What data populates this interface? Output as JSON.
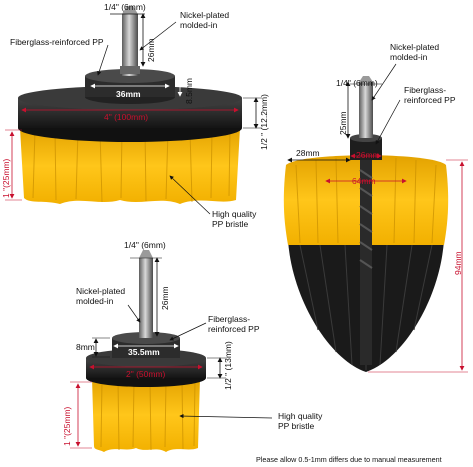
{
  "colors": {
    "dimension_red": "#c8102e",
    "bristle_yellow": "#f5b800",
    "bristle_black": "#1a1a1a",
    "base_black": "#222222",
    "shaft_grey": "#8a8a8a"
  },
  "brush_1": {
    "shaft_diameter": "1/4\" (6mm)",
    "shaft_length": "26mm",
    "nickel_label": "Nickel-plated\nmolded-in",
    "fiberglass_label": "Fiberglass-reinforced PP",
    "hub_width": "36mm",
    "hub_height": "8.5mm",
    "base_width": "4\" (100mm)",
    "base_height": "1/2 \" (12.2mm)",
    "bristle_height": "1 \"(25mm)",
    "bristle_label": "High quality\nPP bristle"
  },
  "brush_2": {
    "shaft_diameter": "1/4\" (6mm)",
    "shaft_length": "25mm",
    "nickel_label": "Nickel-plated\nmolded-in",
    "fiberglass_label": "Fiberglass-\nreinforced PP",
    "side_width": "28mm",
    "hub_width": "26mm",
    "top_width": "64mm",
    "total_height": "94mm"
  },
  "brush_3": {
    "shaft_diameter": "1/4\" (6mm)",
    "shaft_length": "26mm",
    "nickel_label": "Nickel-plated\nmolded-in",
    "fiberglass_label": "Fiberglass-\nreinforced PP",
    "hub_height": "8mm",
    "hub_width": "35.5mm",
    "base_width": "2\" (50mm)",
    "base_height": "1/2 \" (13mm)",
    "bristle_height": "1 \"(25mm)",
    "bristle_label": "High quality\nPP bristle"
  },
  "footer_note": "Please allow 0.5-1mm differs due to manual measurement"
}
